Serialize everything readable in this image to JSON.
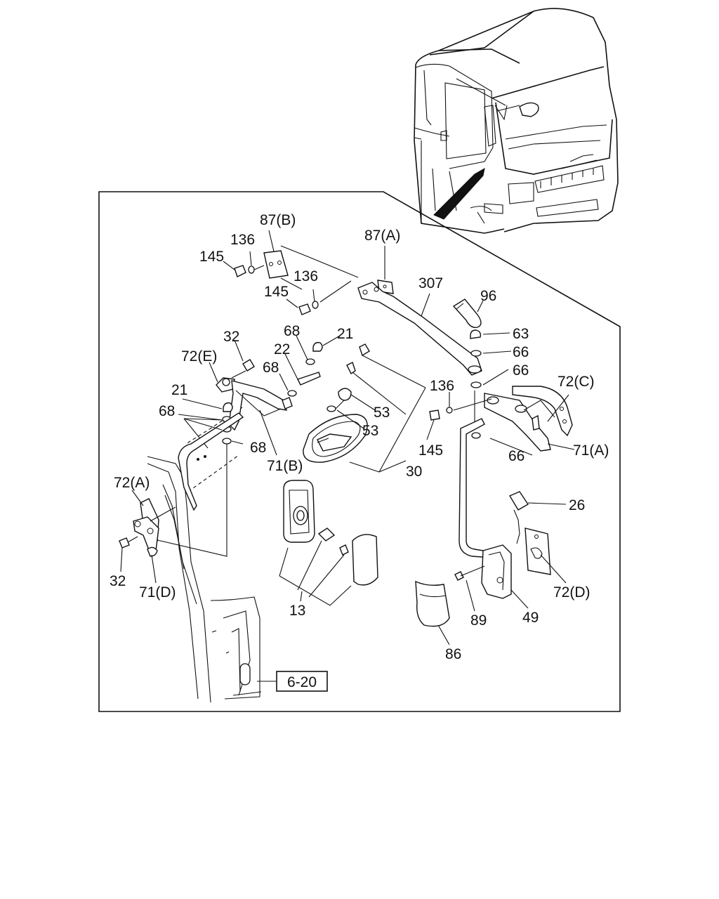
{
  "labels": {
    "p87b": "87(B)",
    "p87a": "87(A)",
    "p136a": "136",
    "p145a": "145",
    "p136b": "136",
    "p145b": "145",
    "p307": "307",
    "p96": "96",
    "p63": "63",
    "p66a": "66",
    "p66b": "66",
    "p32a": "32",
    "p68a": "68",
    "p21a": "21",
    "p72e": "72(E)",
    "p22": "22",
    "p68b": "68",
    "p21b": "21",
    "p68c": "68",
    "p53a": "53",
    "p53b": "53",
    "p68d": "68",
    "p71b": "71(B)",
    "p30": "30",
    "p136c": "136",
    "p72c": "72(C)",
    "p145c": "145",
    "p71a": "71(A)",
    "p66c": "66",
    "p72a": "72(A)",
    "p26": "26",
    "p32b": "32",
    "p71d": "71(D)",
    "p13": "13",
    "p89": "89",
    "p49": "49",
    "p72d": "72(D)",
    "p86": "86",
    "ref_box": "6-20"
  }
}
